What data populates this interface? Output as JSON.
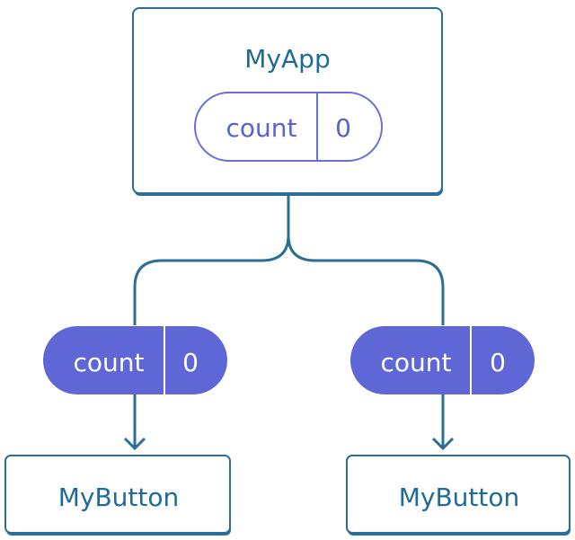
{
  "colors": {
    "stroke": "#2b6e96",
    "text": "#1f6b98",
    "pill_outline": "#6a6fd6",
    "pill_outline_text": "#5a61d0",
    "pill_fill": "#5f66d6",
    "pill_fill_text": "#ffffff",
    "box_fill": "#ffffff"
  },
  "app": {
    "title": "MyApp",
    "state": {
      "name": "count",
      "value": "0"
    }
  },
  "buttons": [
    {
      "title": "MyButton",
      "prop": {
        "name": "count",
        "value": "0"
      }
    },
    {
      "title": "MyButton",
      "prop": {
        "name": "count",
        "value": "0"
      }
    }
  ]
}
